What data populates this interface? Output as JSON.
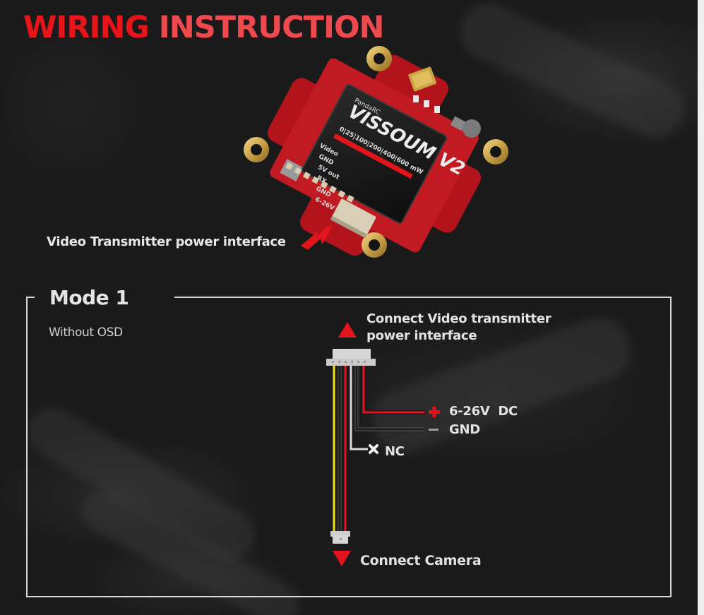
{
  "page": {
    "title_part1": "WIRING ",
    "title_part2": "INSTRUCTION"
  },
  "product": {
    "brand": "PandaRC",
    "model": "VISSOUM V2",
    "power_levels": "0|25|100|200|400|600 mW",
    "pin_labels": [
      "Video",
      "GND",
      "5V out",
      "RX",
      "GND",
      "6-26V"
    ],
    "callout": "Video Transmitter power interface"
  },
  "mode": {
    "title": "Mode 1",
    "subtitle": "Without OSD"
  },
  "wiring": {
    "top_label_line1": "Connect Video transmitter",
    "top_label_line2": "power interface",
    "power_label": "6-26V  DC",
    "power_symbol": "+",
    "ground_label": "GND",
    "ground_symbol": "−",
    "nc_label": "NC",
    "nc_symbol": "×",
    "bottom_label": "Connect Camera",
    "wire_colors": {
      "video": "#f2e21a",
      "ground": "#2a2a2a",
      "power": "#e3141b",
      "nc": "#d9d9d9"
    }
  },
  "colors": {
    "accent": "#e8141b",
    "background": "#1a1a1a",
    "text": "#e4e4e4"
  }
}
